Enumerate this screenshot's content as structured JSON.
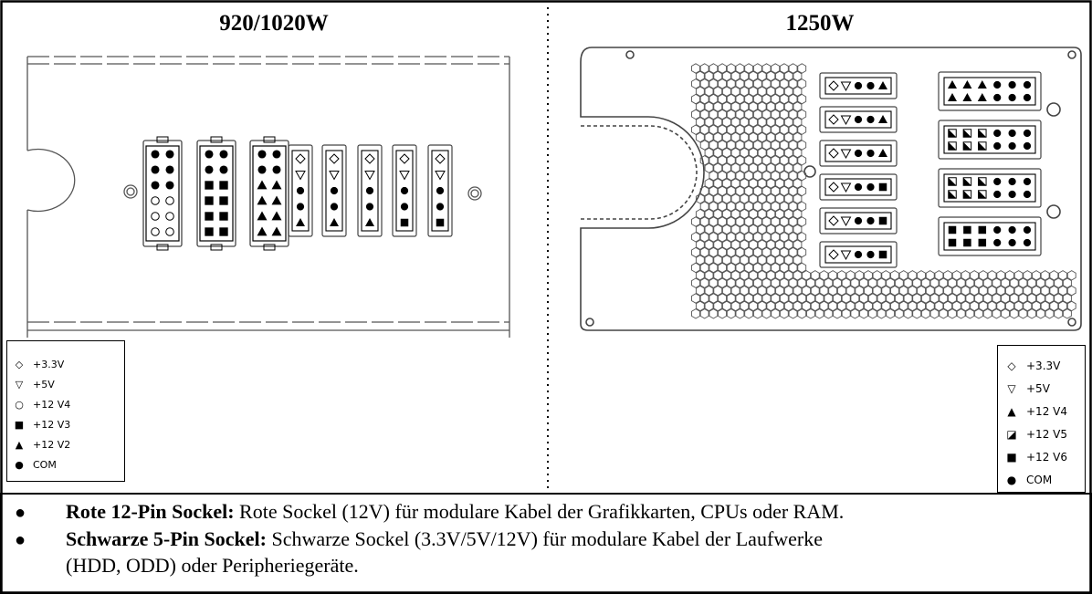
{
  "panels": {
    "left": {
      "title": "920/1020W"
    },
    "right": {
      "title": "1250W"
    }
  },
  "legend_left": {
    "items": [
      {
        "symbol": "◇",
        "label": "+3.3V"
      },
      {
        "symbol": "▽",
        "label": "+5V"
      },
      {
        "symbol": "○",
        "label": "+12 V4"
      },
      {
        "symbol": "■",
        "label": "+12 V3"
      },
      {
        "symbol": "▲",
        "label": "+12 V2"
      },
      {
        "symbol": "●",
        "label": "COM"
      }
    ]
  },
  "legend_right": {
    "items": [
      {
        "symbol": "◇",
        "label": "+3.3V"
      },
      {
        "symbol": "▽",
        "label": "+5V"
      },
      {
        "symbol": "▲",
        "label": "+12 V4"
      },
      {
        "symbol": "◪",
        "label": "+12 V5"
      },
      {
        "symbol": "■",
        "label": "+12 V6"
      },
      {
        "symbol": "●",
        "label": "COM"
      }
    ]
  },
  "notes": [
    {
      "bullet": "●",
      "heading": "Rote 12-Pin Sockel:",
      "text": " Rote Sockel (12V) für modulare Kabel der Grafikkarten, CPUs oder RAM."
    },
    {
      "bullet": "●",
      "heading": "Schwarze 5-Pin Sockel:",
      "text": " Schwarze Sockel (3.3V/5V/12V) für modulare Kabel der Laufwerke",
      "continuation": "(HDD, ODD) oder Peripheriegeräte."
    }
  ],
  "connectors_left": {
    "twelve_pin": [
      [
        "●",
        "●",
        "●",
        "●",
        "●",
        "●",
        "○",
        "○",
        "○",
        "○",
        "○",
        "○"
      ],
      [
        "●",
        "●",
        "●",
        "●",
        "■",
        "■",
        "■",
        "■",
        "■",
        "■",
        "■",
        "■"
      ],
      [
        "●",
        "●",
        "●",
        "●",
        "▲",
        "▲",
        "▲",
        "▲",
        "▲",
        "▲",
        "▲",
        "▲"
      ]
    ],
    "five_pin": [
      [
        "◇",
        "▽",
        "●",
        "●",
        "▲"
      ],
      [
        "◇",
        "▽",
        "●",
        "●",
        "▲"
      ],
      [
        "◇",
        "▽",
        "●",
        "●",
        "▲"
      ],
      [
        "◇",
        "▽",
        "●",
        "●",
        "■"
      ],
      [
        "◇",
        "▽",
        "●",
        "●",
        "■"
      ]
    ]
  },
  "connectors_right": {
    "five_pin": [
      [
        "◇",
        "▽",
        "●",
        "●",
        "▲"
      ],
      [
        "◇",
        "▽",
        "●",
        "●",
        "▲"
      ],
      [
        "◇",
        "▽",
        "●",
        "●",
        "▲"
      ],
      [
        "◇",
        "▽",
        "●",
        "●",
        "■"
      ],
      [
        "◇",
        "▽",
        "●",
        "●",
        "■"
      ],
      [
        "◇",
        "▽",
        "●",
        "●",
        "■"
      ]
    ],
    "twelve_pin": [
      [
        "▲",
        "▲",
        "▲",
        "●",
        "●",
        "●",
        "▲",
        "▲",
        "▲",
        "●",
        "●",
        "●"
      ],
      [
        "◪",
        "◪",
        "◪",
        "●",
        "●",
        "●",
        "◪",
        "◪",
        "◪",
        "●",
        "●",
        "●"
      ],
      [
        "◪",
        "◪",
        "◪",
        "●",
        "●",
        "●",
        "◪",
        "◪",
        "◪",
        "●",
        "●",
        "●"
      ],
      [
        "■",
        "■",
        "■",
        "●",
        "●",
        "●",
        "■",
        "■",
        "■",
        "●",
        "●",
        "●"
      ]
    ]
  }
}
